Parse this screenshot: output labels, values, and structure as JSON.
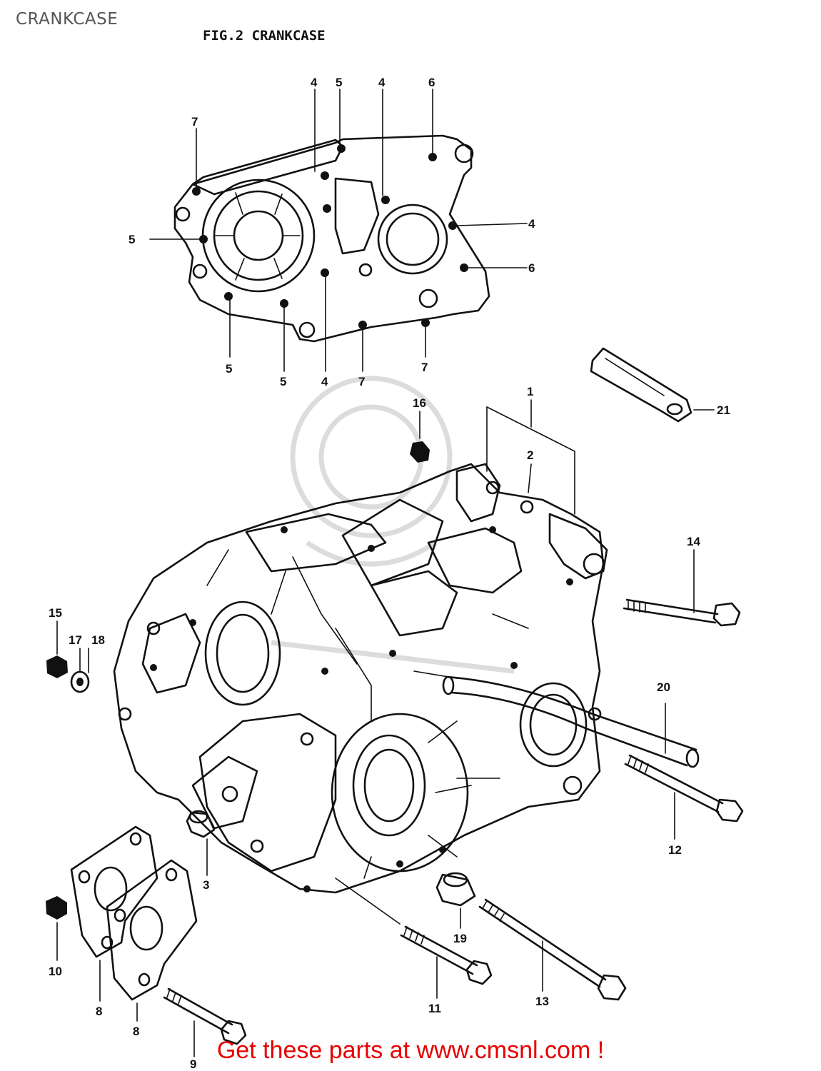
{
  "header": {
    "title": "CRANKCASE"
  },
  "figure": {
    "caption": "FIG.2  CRANKCASE"
  },
  "footer": {
    "text": "Get these parts at www.cmsnl.com !"
  },
  "callouts": {
    "upper_case": [
      "7",
      "4",
      "5",
      "4",
      "6",
      "5",
      "4",
      "6",
      "5",
      "5",
      "4",
      "7",
      "7"
    ],
    "main": [
      "1",
      "2",
      "16",
      "21",
      "14",
      "15",
      "17",
      "18",
      "20",
      "12",
      "3",
      "19",
      "10",
      "8",
      "8",
      "11",
      "13",
      "9"
    ]
  }
}
